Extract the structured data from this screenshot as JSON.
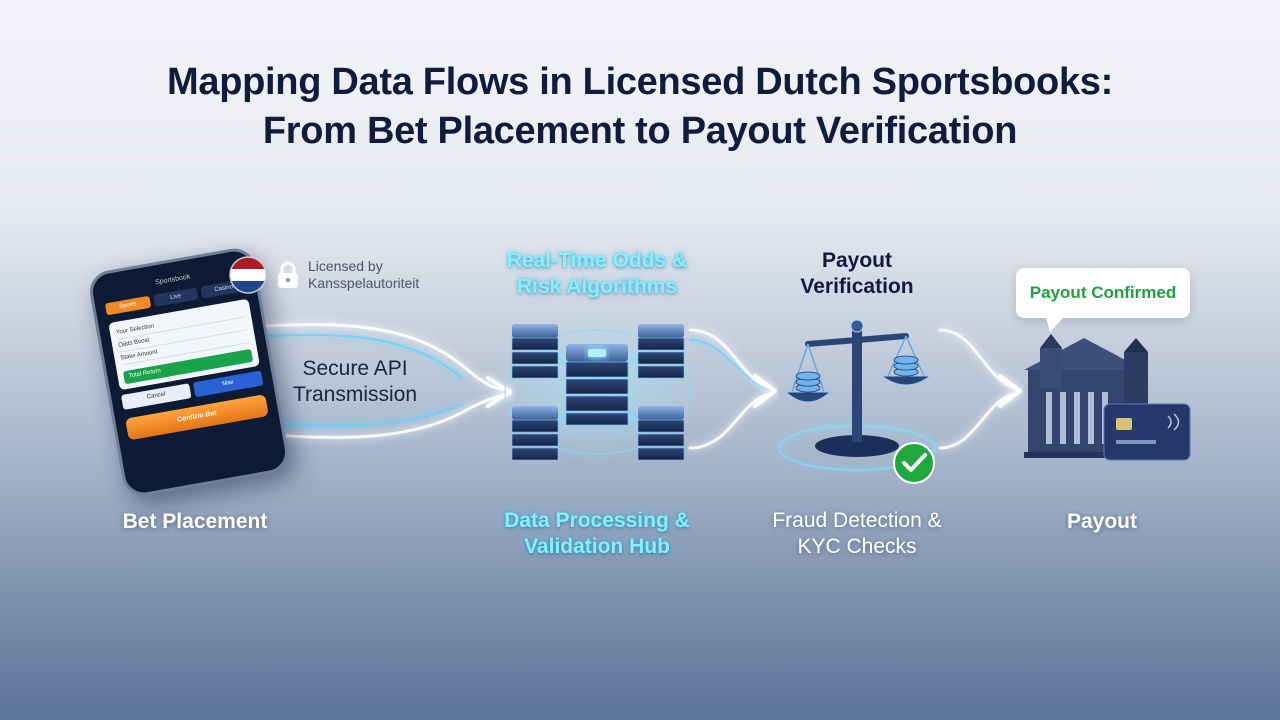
{
  "title": {
    "line1": "Mapping Data Flows in Licensed Dutch Sportsbooks:",
    "line2": "From Bet Placement to Payout Verification"
  },
  "licence": {
    "text": "Licensed by Kansspelautoriteit",
    "flag_colors": [
      "#ae1c28",
      "#ffffff",
      "#21468b"
    ],
    "icon": "padlock-icon"
  },
  "stages": {
    "bet_placement": {
      "label": "Bet Placement",
      "icon": "smartphone-icon"
    },
    "api": {
      "label": "Secure API Transmission"
    },
    "processing": {
      "top_label": "Real-Time Odds & Risk Algorithms",
      "bottom_label": "Data Processing & Validation Hub",
      "icon": "server-cluster-icon"
    },
    "verification": {
      "top_label": "Payout Verification",
      "bottom_label": "Fraud Detection & KYC Checks",
      "icon": "balance-scale-icon",
      "badge_icon": "check-circle-icon"
    },
    "payout": {
      "label": "Payout",
      "bubble": "Payout Confirmed",
      "icons": [
        "bank-building-icon",
        "credit-card-icon"
      ]
    }
  },
  "phone_ui": {
    "header": "Sportsbook",
    "tabs": [
      "Sports",
      "Live",
      "Casino"
    ],
    "rows": [
      "Your Selection",
      "Odds Boost",
      "Stake Amount"
    ],
    "total": "Total Return",
    "buttons": [
      "Cancel",
      "Max"
    ],
    "cta": "Confirm Bet"
  },
  "colors": {
    "title": "#0f1c3d",
    "accent_cyan": "#7df3ff",
    "glow": "#4fc8ff",
    "confirm_green": "#1fa23a",
    "cta_orange": "#f08a24"
  }
}
